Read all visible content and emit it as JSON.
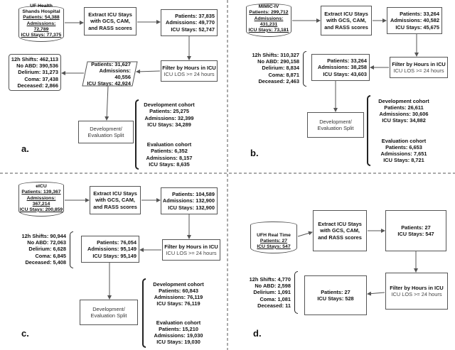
{
  "panels": {
    "a": {
      "label": "a.",
      "source": [
        "UF Health",
        "Shands Hospital",
        "Patients: 54,388",
        "Admissions: 72,789",
        "ICU Stays: 77,375"
      ],
      "extract": [
        "Extract ICU Stays",
        "with GCS, CAM,",
        "and RASS scores"
      ],
      "stats1": [
        "Patients: 37,835",
        "Admissions: 49,770",
        "ICU Stays: 52,747"
      ],
      "filter_title": "Filter by Hours in ICU",
      "filter_sub": "ICU LOS >= 24 hours",
      "stats2": [
        "Patients: 31,627",
        "Admissions: 40,556",
        "ICU Stays: 42,924"
      ],
      "shifts": [
        "12h Shifts: 462,113",
        "No ABD: 390,536",
        "Delirium: 31,273",
        "Coma: 37,438",
        "Deceased: 2,866"
      ],
      "split": [
        "Development/",
        "Evaluation Split"
      ],
      "dev": [
        "Development cohort",
        "Patients: 25,275",
        "Admissions: 32,399",
        "ICU Stays: 34,289"
      ],
      "eval": [
        "Evaluation cohort",
        "Patients: 6,352",
        "Admissions: 8,157",
        "ICU Stays: 8,635"
      ]
    },
    "b": {
      "label": "b.",
      "source": [
        "MIMIC-IV",
        "Patients: 299,712",
        "Admissions: 431,231",
        "ICU Stays: 73,181"
      ],
      "extract": [
        "Extract ICU Stays",
        "with GCS, CAM,",
        "and RASS scores"
      ],
      "stats1": [
        "Patients: 33,264",
        "Admissions: 40,582",
        "ICU Stays: 45,675"
      ],
      "filter_title": "Filter by Hours in ICU",
      "filter_sub": "ICU LOS >= 24 hours",
      "stats2": [
        "Patients: 33,264",
        "Admissions: 38,258",
        "ICU Stays: 43,603"
      ],
      "shifts": [
        "12h Shifts: 310,327",
        "No ABD: 290,158",
        "Delirium: 8,834",
        "Coma: 8,871",
        "Deceased: 2,463"
      ],
      "split": [
        "Development/",
        "Evaluation Split"
      ],
      "dev": [
        "Development cohort",
        "Patients: 26,611",
        "Admissions: 30,606",
        "ICU Stays: 34,882"
      ],
      "eval": [
        "Evaluation cohort",
        "Patients: 6,653",
        "Admissions: 7,651",
        "ICU Stays: 8,721"
      ]
    },
    "c": {
      "label": "c.",
      "source": [
        "eICU",
        "Patients: 139,367",
        "Admissions: 367,214",
        "ICU Stays: 200,859"
      ],
      "extract": [
        "Extract ICU Stays",
        "with GCS, CAM,",
        "and RASS scores"
      ],
      "stats1": [
        "Patients: 104,589",
        "Admissions: 132,900",
        "ICU Stays: 132,900"
      ],
      "filter_title": "Filter by Hours in ICU",
      "filter_sub": "ICU LOS >= 24 hours",
      "stats2": [
        "Patients: 76,054",
        "Admissions: 95,149",
        "ICU Stays: 95,149"
      ],
      "shifts": [
        "12h Shifts: 90,944",
        "No ABD: 72,063",
        "Delirium: 6,628",
        "Coma: 6,845",
        "Deceased: 5,408"
      ],
      "split": [
        "Development/",
        "Evaluation Split"
      ],
      "dev": [
        "Development cohort",
        "Patients: 60,843",
        "Admissions: 76,119",
        "ICU Stays: 76,119"
      ],
      "eval": [
        "Evaluation cohort",
        "Patients: 15,210",
        "Admissions: 19,030",
        "ICU Stays: 19,030"
      ]
    },
    "d": {
      "label": "d.",
      "source": [
        "UFH Real Time",
        "Patients: 27",
        "ICU Stays: 547"
      ],
      "extract": [
        "Extract ICU Stays",
        "with GCS, CAM,",
        "and RASS scores"
      ],
      "stats1": [
        "Patients: 27",
        "ICU Stays: 547"
      ],
      "filter_title": "Filter by Hours in ICU",
      "filter_sub": "ICU LOS >= 24 hours",
      "stats2": [
        "Patients: 27",
        "ICU Stays: 528"
      ],
      "shifts": [
        "12h Shifts: 4,770",
        "No ABD: 2,598",
        "Delirium: 1,091",
        "Coma: 1,081",
        "Deceased: 11"
      ]
    }
  }
}
